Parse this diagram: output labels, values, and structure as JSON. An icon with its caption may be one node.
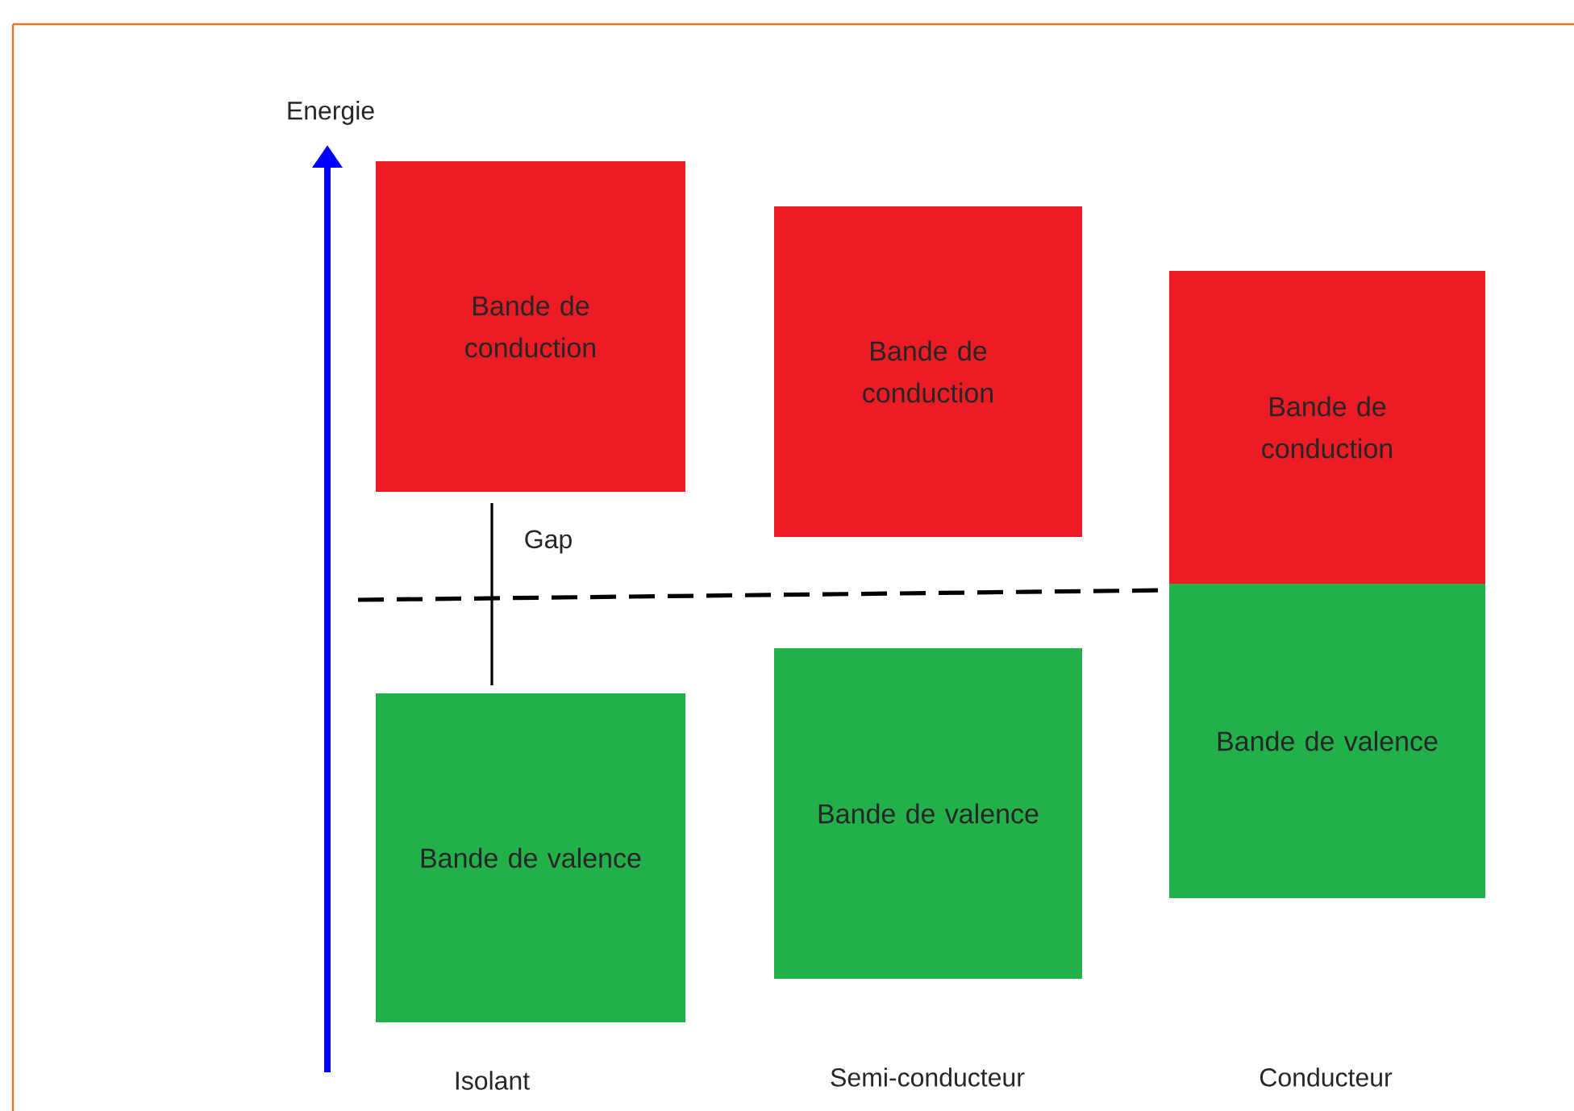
{
  "diagram": {
    "nodes": [
      {
        "text": [
          "Bande de conduction"
        ]
      },
      {
        "text": [
          "Bande de valence"
        ]
      },
      {
        "text": [
          "Bande de conduction"
        ]
      },
      {
        "text": [
          "Bande de valence"
        ]
      },
      {
        "text": [
          "Bande de conduction"
        ]
      },
      {
        "text": [
          "Bande de valence"
        ]
      }
    ],
    "labels": [
      "Energie",
      "Gap",
      "Isolant",
      "Semi-conducteur",
      "Conducteur"
    ]
  }
}
